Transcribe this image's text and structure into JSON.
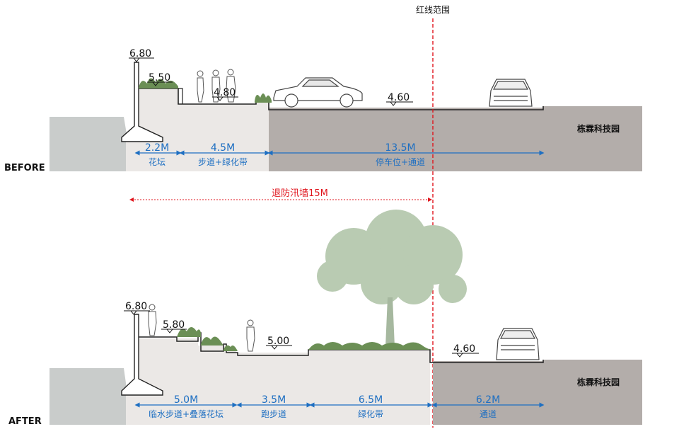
{
  "red_line_label": "红线范围",
  "setback_label": "退防汛墙15M",
  "before": {
    "tag": "BEFORE",
    "site_label": "栋霖科技园",
    "elevations": [
      "6.80",
      "5.50",
      "4.80",
      "4.60"
    ],
    "dimensions": [
      {
        "value": "2.2M",
        "label": "花坛"
      },
      {
        "value": "4.5M",
        "label": "步道+绿化带"
      },
      {
        "value": "13.5M",
        "label": "停车位+通道"
      }
    ]
  },
  "after": {
    "tag": "AFTER",
    "site_label": "栋霖科技园",
    "elevations": [
      "6.80",
      "5.80",
      "5.00",
      "4.60"
    ],
    "dimensions": [
      {
        "value": "5.0M",
        "label": "临水步道+叠落花坛"
      },
      {
        "value": "3.5M",
        "label": "跑步道"
      },
      {
        "value": "6.5M",
        "label": "绿化带"
      },
      {
        "value": "6.2M",
        "label": "通道"
      }
    ]
  },
  "colors": {
    "dimension": "#1e6fc2",
    "red_line": "#e0141c",
    "ground_light": "#ebe8e6",
    "ground_dark": "#b3adaa",
    "water": "#c9cccb",
    "plant": "#6b8f55",
    "tree": "#b9cbb2"
  }
}
